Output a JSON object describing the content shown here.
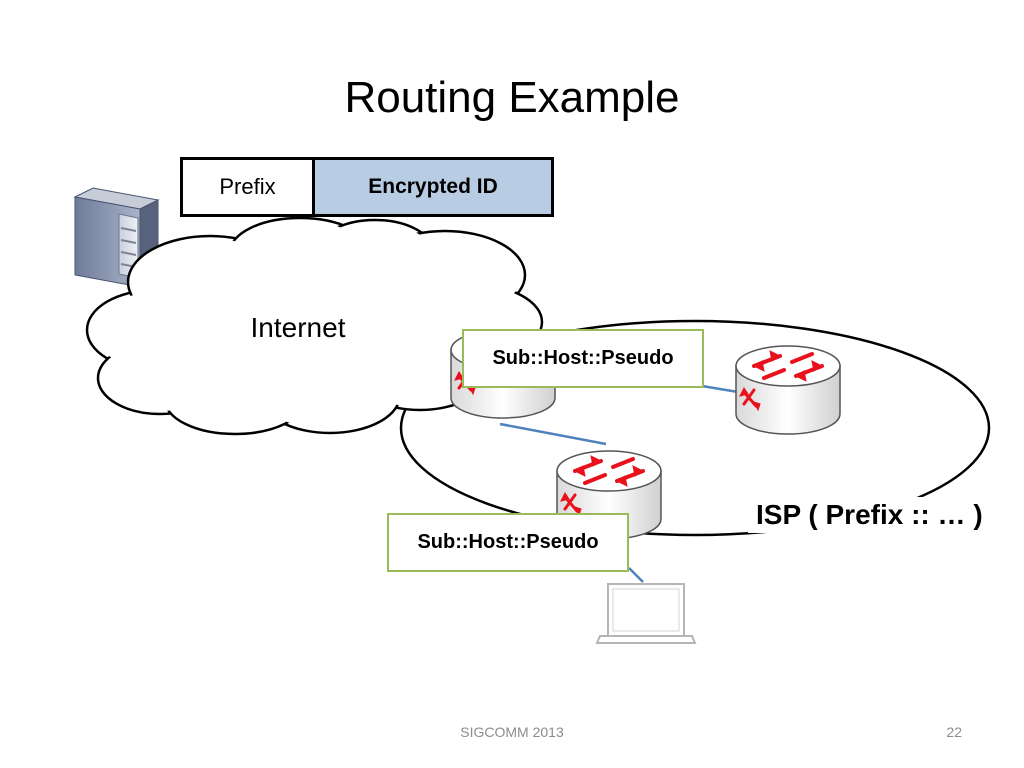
{
  "slide": {
    "title": "Routing Example",
    "address_format": {
      "prefix_label": "Prefix",
      "encrypted_id_label": "Encrypted ID"
    },
    "cloud_label": "Internet",
    "router_addr_top": "Sub::Host::Pseudo",
    "router_addr_bottom": "Sub::Host::Pseudo",
    "isp_label": "ISP ( Prefix :: … )",
    "footer_text": "SIGCOMM 2013",
    "page_number": "22"
  },
  "colors": {
    "encrypted_id_fill": "#b8cce4",
    "address_box_border": "#9bbb59",
    "router_arrows": "#e8111c",
    "link_line": "#4f81bd"
  },
  "icons": [
    "server-icon",
    "router-icon",
    "laptop-icon",
    "internet-cloud"
  ]
}
